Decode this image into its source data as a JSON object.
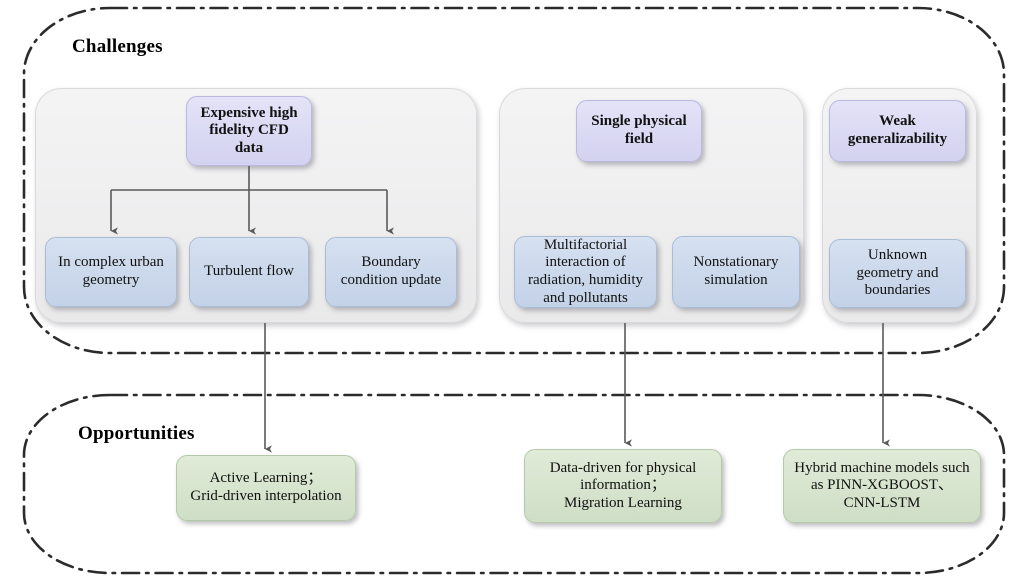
{
  "sections": [
    {
      "id": "challenges",
      "title": "Challenges"
    },
    {
      "id": "opportunities",
      "title": "Opportunities"
    }
  ],
  "groups": [
    {
      "id": "group-1",
      "header": "Expensive high\nfidelity CFD\ndata",
      "items": [
        "In complex urban\ngeometry",
        "Turbulent flow",
        "Boundary\ncondition update"
      ]
    },
    {
      "id": "group-2",
      "header": "Single physical\nfield",
      "items": [
        "Multifactorial\ninteraction of\nradiation, humidity\nand pollutants",
        "Nonstationary\nsimulation"
      ]
    },
    {
      "id": "group-3",
      "header": "Weak\ngeneralizability",
      "items": [
        "Unknown\ngeometry and\nboundaries"
      ]
    }
  ],
  "opportunities": [
    "Active Learning；\nGrid-driven interpolation",
    "Data-driven for physical\ninformation；\nMigration Learning",
    "Hybrid machine models such\nas PINN-XGBOOST、\nCNN-LSTM"
  ],
  "colors": {
    "header_box": "#dcdbf4",
    "item_box": "#cdd9ec",
    "opportunity_box": "#d8e5cf",
    "panel": "#f1f1f2",
    "frame_stroke": "#2b2b2b",
    "connector": "#5a5a5a"
  }
}
